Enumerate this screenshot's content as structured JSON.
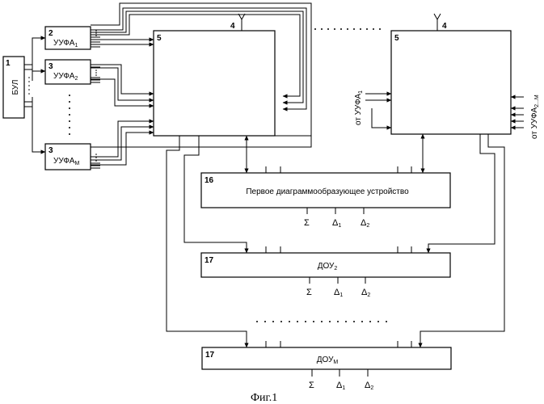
{
  "blocks": {
    "bul": {
      "number": "1",
      "label": "БУЛ"
    },
    "uufa1": {
      "number": "2",
      "label": "УУФА",
      "sub": "1"
    },
    "uufa2": {
      "number": "3",
      "label": "УУФА",
      "sub": "2"
    },
    "uufam": {
      "number": "3",
      "label": "УУФА",
      "sub": "М"
    },
    "module_left": {
      "number": "5",
      "antenna_number": "4"
    },
    "module_right": {
      "number": "5",
      "antenna_number": "4"
    },
    "dou1": {
      "number": "16",
      "label": "Первое диаграммообразующее устройство"
    },
    "dou2": {
      "number": "17",
      "label": "ДОУ",
      "sub": "2"
    },
    "doum": {
      "number": "17",
      "label": "ДОУ",
      "sub": "М"
    }
  },
  "inputs_right": {
    "from_uufa1": {
      "prefix": "от УУФА",
      "sub": "1"
    },
    "from_uufa2m": {
      "prefix": "от УУФА",
      "sub": "2...М"
    }
  },
  "outputs": {
    "sigma": "Σ",
    "delta": "Δ",
    "d1_sub": "1",
    "d2_sub": "2"
  },
  "caption": "Фиг.1"
}
